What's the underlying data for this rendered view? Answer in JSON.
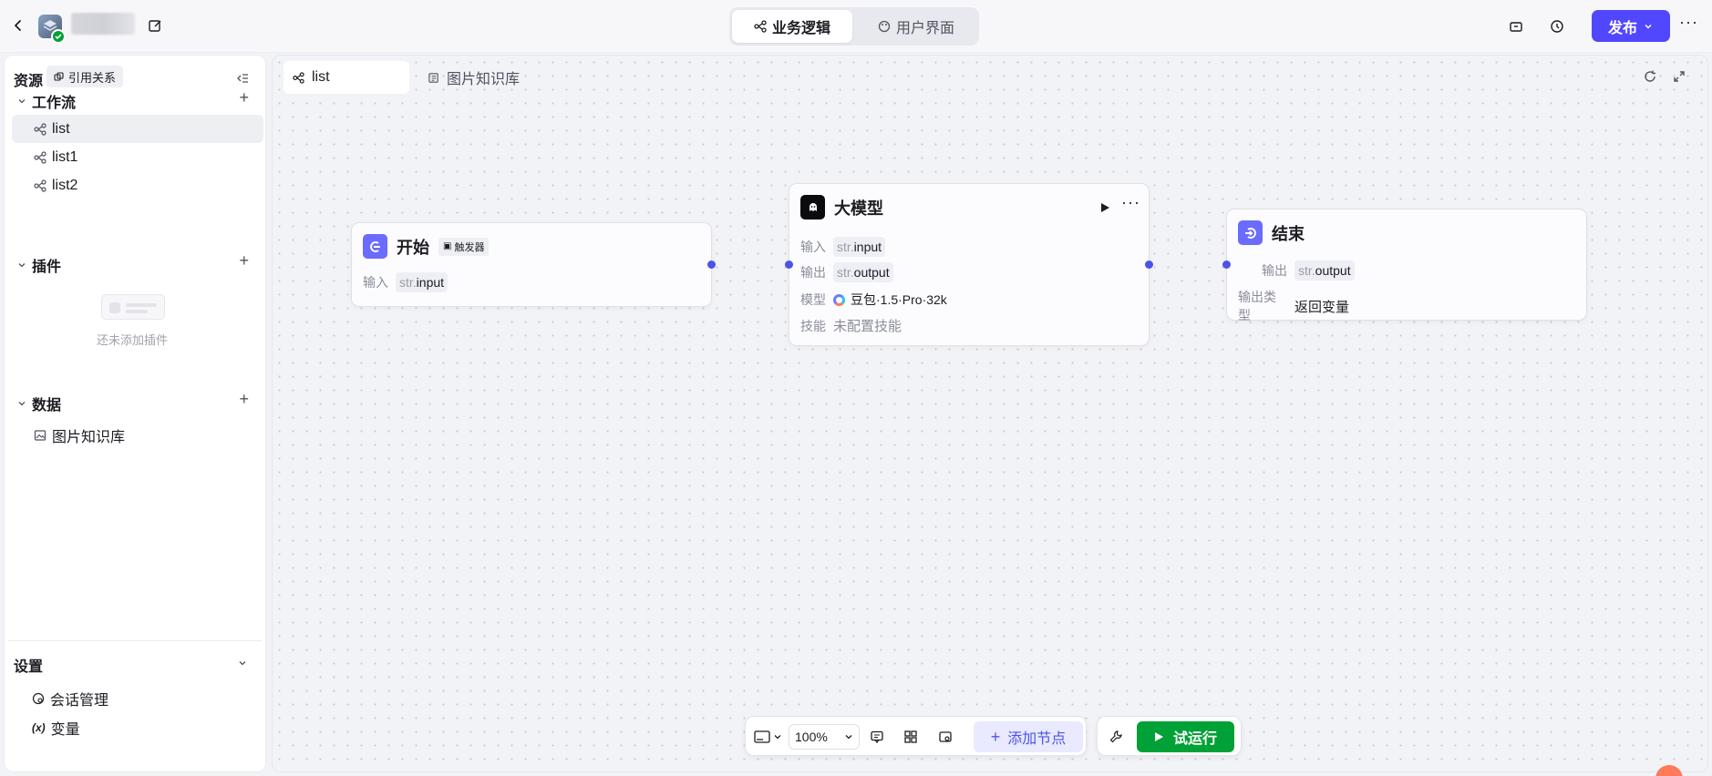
{
  "header": {
    "project_name": "",
    "tabs": [
      {
        "label": "业务逻辑",
        "active": true
      },
      {
        "label": "用户界面",
        "active": false
      }
    ],
    "publish_label": "发布",
    "accent_color": "#5147ff"
  },
  "sidebar": {
    "title": "资源",
    "references_label": "引用关系",
    "workflow": {
      "title": "工作流",
      "items": [
        "list",
        "list1",
        "list2"
      ],
      "selected": "list"
    },
    "plugins": {
      "title": "插件",
      "empty_text": "还未添加插件"
    },
    "data": {
      "title": "数据",
      "items": [
        "图片知识库"
      ]
    },
    "settings": {
      "title": "设置",
      "items": [
        "会话管理",
        "变量"
      ]
    }
  },
  "canvas": {
    "tabs": [
      "list",
      "图片知识库"
    ],
    "nodes": {
      "start": {
        "title": "开始",
        "badge": "触发器",
        "input_label": "输入",
        "input_type": "str.",
        "input_value": "input"
      },
      "llm": {
        "title": "大模型",
        "input_label": "输入",
        "input_type": "str.",
        "input_value": "input",
        "output_label": "输出",
        "output_type": "str.",
        "output_value": "output",
        "model_label": "模型",
        "model_value": "豆包·1.5·Pro·32k",
        "skill_label": "技能",
        "skill_value": "未配置技能"
      },
      "end": {
        "title": "结束",
        "output_label": "输出",
        "output_type": "str.",
        "output_value": "output",
        "output_kind_label": "输出类型",
        "output_kind_value": "返回变量"
      }
    }
  },
  "toolbar": {
    "zoom": "100%",
    "add_node_label": "添加节点",
    "run_label": "试运行",
    "run_color": "#00a136"
  }
}
